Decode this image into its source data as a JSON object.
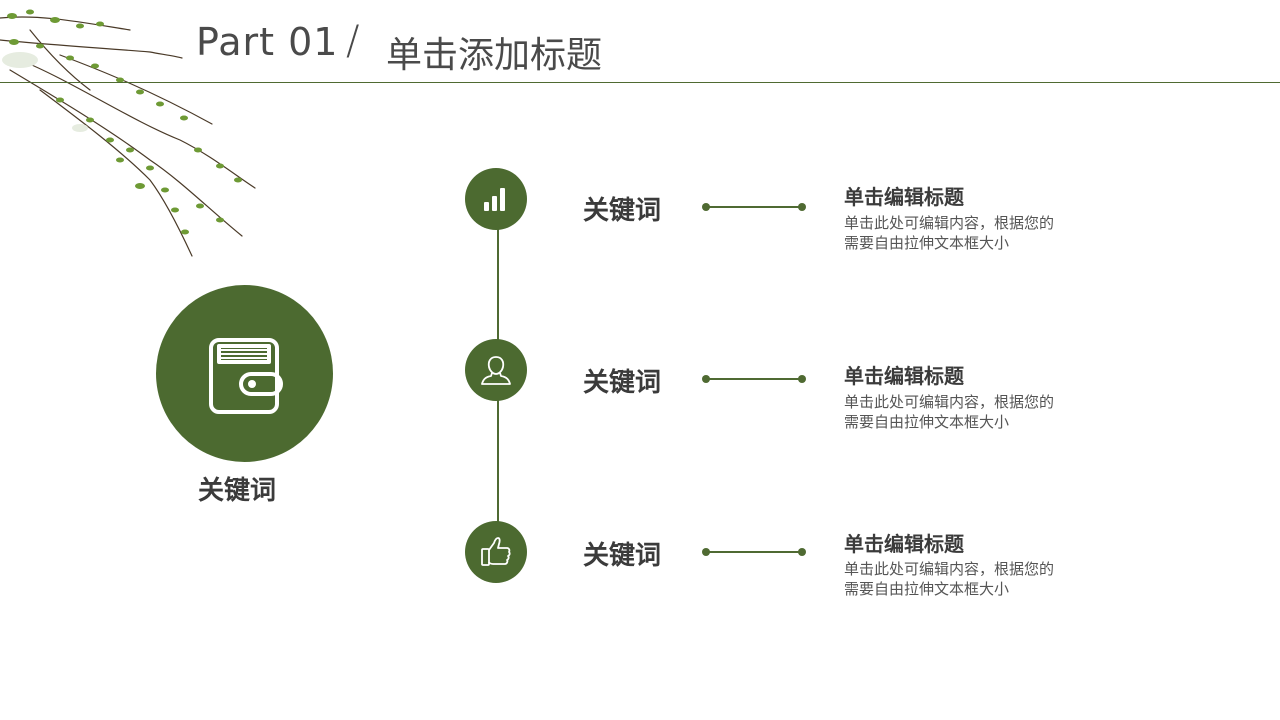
{
  "header": {
    "part": "Part 01",
    "slash": "/",
    "title": "单击添加标题"
  },
  "center": {
    "icon": "wallet-icon",
    "label": "关键词"
  },
  "items": [
    {
      "icon": "bar-chart-icon",
      "keyword": "关键词",
      "title": "单击编辑标题",
      "desc": "单击此处可编辑内容，根据您的需要自由拉伸文本框大小"
    },
    {
      "icon": "user-icon",
      "keyword": "关键词",
      "title": "单击编辑标题",
      "desc": "单击此处可编辑内容，根据您的需要自由拉伸文本框大小"
    },
    {
      "icon": "thumbs-up-icon",
      "keyword": "关键词",
      "title": "单击编辑标题",
      "desc": "单击此处可编辑内容，根据您的需要自由拉伸文本框大小"
    }
  ],
  "colors": {
    "accent": "#4c6a30",
    "text": "#3b3b3b"
  }
}
